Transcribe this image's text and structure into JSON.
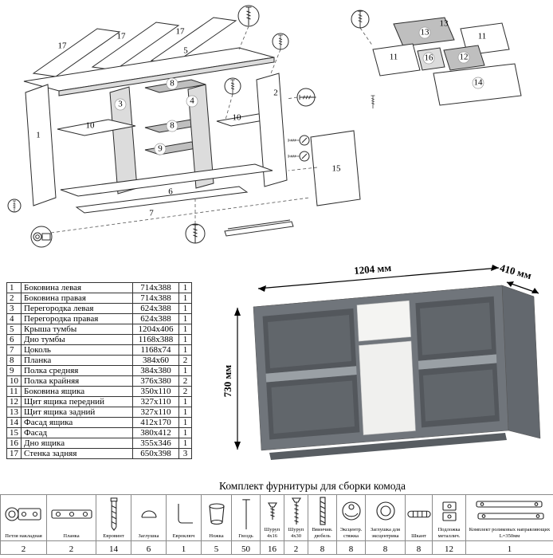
{
  "page": {
    "hardware_title": "Комплект фурнитуры для сборки комода"
  },
  "dimensions": {
    "width": "1204 мм",
    "depth": "410 мм",
    "height": "730 мм"
  },
  "diagram": {
    "labels": [
      "17",
      "17",
      "17",
      "5",
      "1",
      "3",
      "10",
      "8",
      "4",
      "8",
      "9",
      "10",
      "2",
      "6",
      "7",
      "15",
      "13",
      "13",
      "11",
      "11",
      "16",
      "12",
      "14"
    ]
  },
  "parts_table": {
    "rows": [
      {
        "num": "1",
        "name": "Боковина левая",
        "size": "714x388",
        "qty": "1"
      },
      {
        "num": "2",
        "name": "Боковина правая",
        "size": "714x388",
        "qty": "1"
      },
      {
        "num": "3",
        "name": "Перегородка левая",
        "size": "624x388",
        "qty": "1"
      },
      {
        "num": "4",
        "name": "Перегородка правая",
        "size": "624x388",
        "qty": "1"
      },
      {
        "num": "5",
        "name": "Крыша тумбы",
        "size": "1204x406",
        "qty": "1"
      },
      {
        "num": "6",
        "name": "Дно тумбы",
        "size": "1168x388",
        "qty": "1"
      },
      {
        "num": "7",
        "name": "Цоколь",
        "size": "1168x74",
        "qty": "1"
      },
      {
        "num": "8",
        "name": "Планка",
        "size": "384x60",
        "qty": "2"
      },
      {
        "num": "9",
        "name": "Полка средняя",
        "size": "384x380",
        "qty": "1"
      },
      {
        "num": "10",
        "name": "Полка крайняя",
        "size": "376x380",
        "qty": "2"
      },
      {
        "num": "11",
        "name": "Боковина ящика",
        "size": "350x110",
        "qty": "2"
      },
      {
        "num": "12",
        "name": "Щит ящика передний",
        "size": "327x110",
        "qty": "1"
      },
      {
        "num": "13",
        "name": "Щит ящика задний",
        "size": "327x110",
        "qty": "1"
      },
      {
        "num": "14",
        "name": "Фасад ящика",
        "size": "412x170",
        "qty": "1"
      },
      {
        "num": "15",
        "name": "Фасад",
        "size": "380x412",
        "qty": "1"
      },
      {
        "num": "16",
        "name": "Дно ящика",
        "size": "355x346",
        "qty": "1"
      },
      {
        "num": "17",
        "name": "Стенка задняя",
        "size": "650x398",
        "qty": "3"
      }
    ]
  },
  "hardware": {
    "items": [
      {
        "name": "Петля накладная",
        "qty": "2"
      },
      {
        "name": "Планка",
        "qty": "2"
      },
      {
        "name": "Евровинт",
        "qty": "14"
      },
      {
        "name": "Заглушка",
        "qty": "6"
      },
      {
        "name": "Евроключ",
        "qty": "1"
      },
      {
        "name": "Ножка",
        "qty": "5"
      },
      {
        "name": "Гвоздь",
        "qty": "50"
      },
      {
        "name": "Шуруп 4x16",
        "qty": "16"
      },
      {
        "name": "Шуруп 4x30",
        "qty": "2"
      },
      {
        "name": "Ввинчив. дюбель",
        "qty": "8"
      },
      {
        "name": "Эксцентр. стяжка",
        "qty": "8"
      },
      {
        "name": "Заглушка для эксцентрика",
        "qty": "8"
      },
      {
        "name": "Шкант",
        "qty": "8"
      },
      {
        "name": "Подложка металлич.",
        "qty": "12"
      },
      {
        "name": "Комплект роликовых направляющих L=350мм",
        "qty": "1"
      }
    ]
  }
}
